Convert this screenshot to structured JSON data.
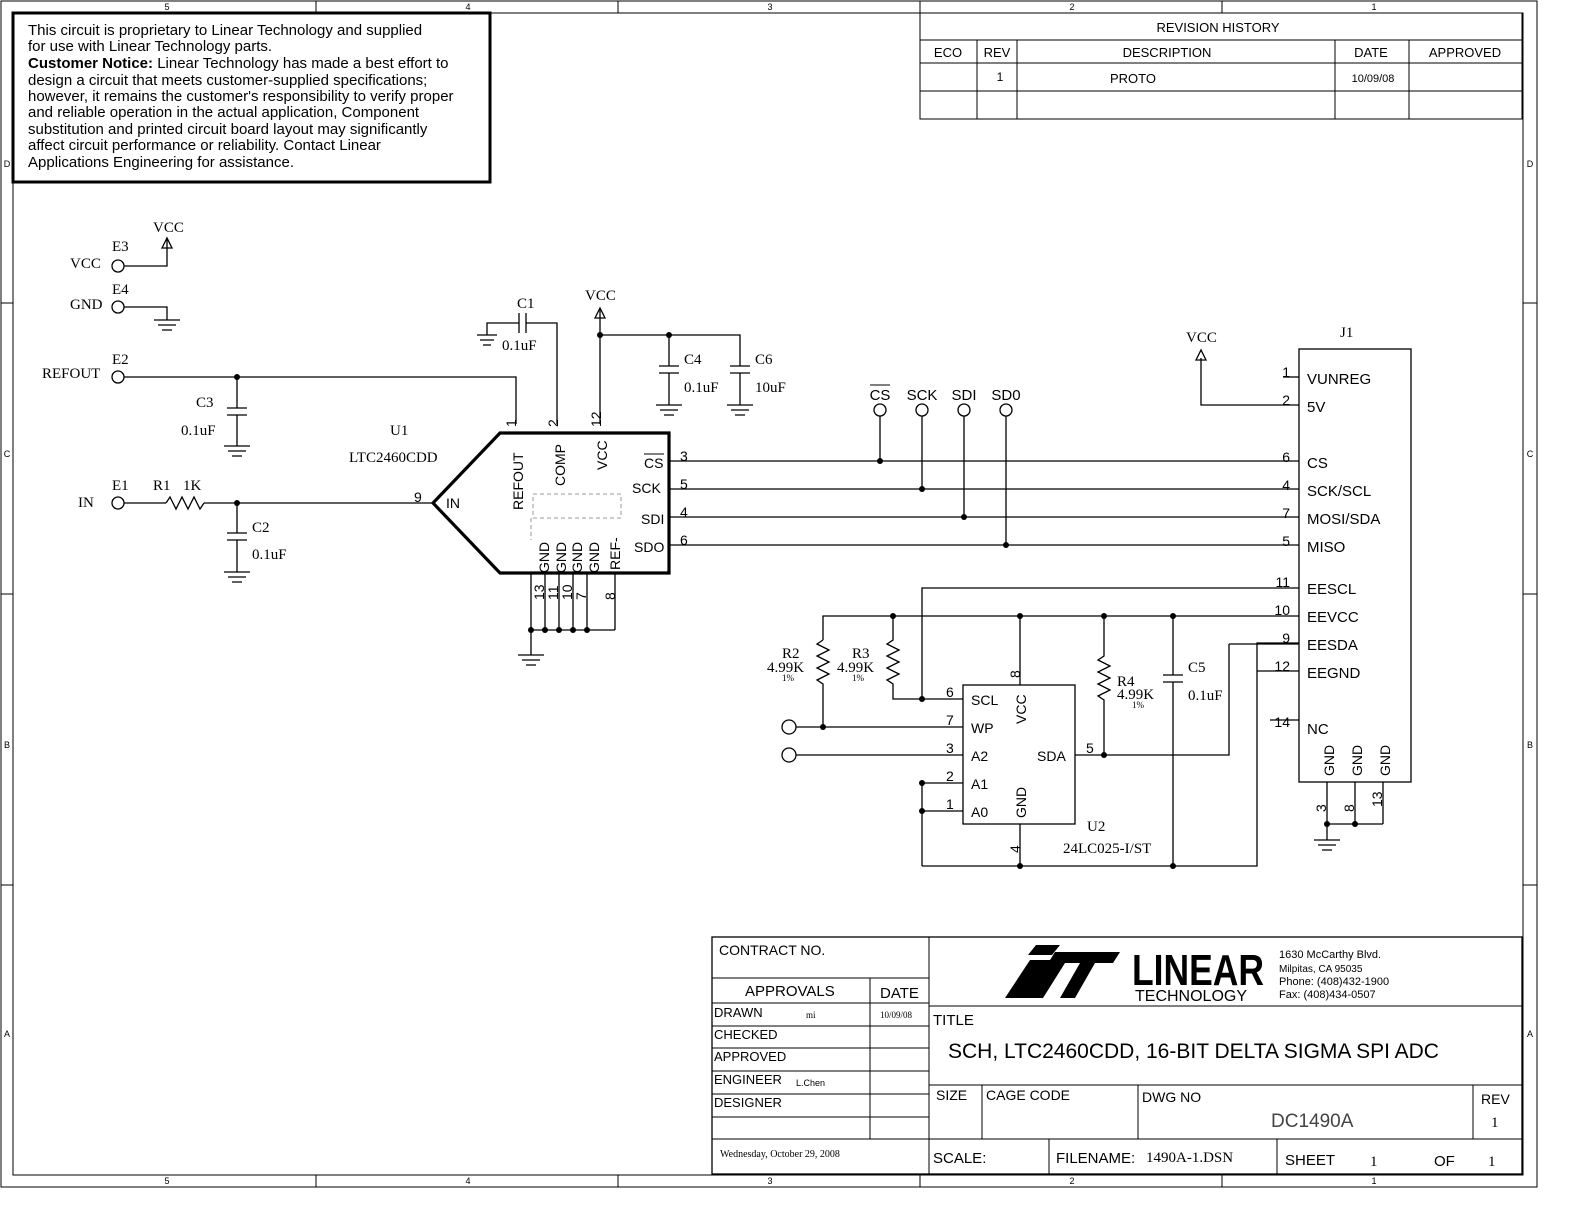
{
  "frame": {
    "col_labels": [
      "5",
      "4",
      "3",
      "2",
      "1"
    ],
    "row_labels": [
      "D",
      "C",
      "B",
      "A"
    ]
  },
  "notice": {
    "line1": "This circuit is proprietary to Linear Technology and supplied",
    "line2": "for use with Linear Technology parts.",
    "bold": "Customer Notice:",
    "line3": " Linear Technology has made a best effort to",
    "line4": "design a circuit that meets customer-supplied specifications;",
    "line5": "however, it remains the customer's responsibility to verify proper",
    "line6": " and reliable operation in the actual application, Component",
    "line7": "substitution and printed circuit board layout may significantly",
    "line8": "affect circuit performance or reliability. Contact Linear",
    "line9": " Applications Engineering for assistance."
  },
  "revision": {
    "title": "REVISION HISTORY",
    "headers": [
      "ECO",
      "REV",
      "DESCRIPTION",
      "DATE",
      "APPROVED"
    ],
    "rows": [
      [
        "",
        "1",
        "PROTO",
        "10/09/08",
        ""
      ]
    ]
  },
  "schematic": {
    "e3": {
      "ref": "E3",
      "net": "VCC",
      "rail": "VCC"
    },
    "e4": {
      "ref": "E4",
      "net": "GND"
    },
    "e2": {
      "ref": "E2",
      "net": "REFOUT"
    },
    "e1": {
      "ref": "E1",
      "net": "IN"
    },
    "r1": {
      "ref": "R1",
      "value": "1K"
    },
    "c1": {
      "ref": "C1",
      "value": "0.1uF"
    },
    "c2": {
      "ref": "C2",
      "value": "0.1uF"
    },
    "c3": {
      "ref": "C3",
      "value": "0.1uF"
    },
    "c4": {
      "ref": "C4",
      "value": "0.1uF"
    },
    "c5": {
      "ref": "C5",
      "value": "0.1uF"
    },
    "c6": {
      "ref": "C6",
      "value": "10uF"
    },
    "vcc": "VCC",
    "u1": {
      "ref": "U1",
      "part": "LTC2460CDD",
      "pins": {
        "refout": "REFOUT",
        "comp": "COMP",
        "vcc": "VCC",
        "cs": "CS",
        "sck": "SCK",
        "sdi": "SDI",
        "sdo": "SDO",
        "in": "IN",
        "gnd": "GND",
        "refm": "REF-"
      },
      "pin_numbers": {
        "refout": "1",
        "comp": "2",
        "vcc": "12",
        "cs": "3",
        "sck": "5",
        "sdi": "4",
        "sdo": "6",
        "in": "9",
        "gnd1": "13",
        "gnd2": "11",
        "gnd3": "10",
        "gnd4": "7",
        "refm": "8"
      }
    },
    "test_points": [
      "CS",
      "SCK",
      "SDI",
      "SD0"
    ],
    "r2": {
      "ref": "R2",
      "value": "4.99K",
      "tol": "1%"
    },
    "r3": {
      "ref": "R3",
      "value": "4.99K",
      "tol": "1%"
    },
    "r4": {
      "ref": "R4",
      "value": "4.99K",
      "tol": "1%"
    },
    "u2": {
      "ref": "U2",
      "part": "24LC025-I/ST",
      "pins": {
        "scl": "SCL",
        "wp": "WP",
        "a2": "A2",
        "a1": "A1",
        "a0": "A0",
        "vcc": "VCC",
        "gnd": "GND",
        "sda": "SDA"
      },
      "pin_numbers": {
        "scl": "6",
        "wp": "7",
        "a2": "3",
        "a1": "2",
        "a0": "1",
        "vcc": "8",
        "gnd": "4",
        "sda": "5"
      }
    },
    "j1": {
      "ref": "J1",
      "pins": [
        {
          "num": "1",
          "name": "VUNREG"
        },
        {
          "num": "2",
          "name": "5V"
        },
        {
          "num": "6",
          "name": "CS"
        },
        {
          "num": "4",
          "name": "SCK/SCL"
        },
        {
          "num": "7",
          "name": "MOSI/SDA"
        },
        {
          "num": "5",
          "name": "MISO"
        },
        {
          "num": "11",
          "name": "EESCL"
        },
        {
          "num": "10",
          "name": "EEVCC"
        },
        {
          "num": "9",
          "name": "EESDA"
        },
        {
          "num": "12",
          "name": "EEGND"
        },
        {
          "num": "14",
          "name": "NC"
        }
      ],
      "gnd_label": "GND",
      "gnd_pins": [
        "3",
        "8",
        "13"
      ]
    }
  },
  "title_block": {
    "contract": "CONTRACT NO.",
    "approvals": "APPROVALS",
    "date": "DATE",
    "drawn": "DRAWN",
    "drawn_by": "mi",
    "drawn_date": "10/09/08",
    "checked": "CHECKED",
    "approved": "APPROVED",
    "engineer": "ENGINEER",
    "engineer_name": "L.Chen",
    "designer": "DESIGNER",
    "print_date": "Wednesday, October 29, 2008",
    "logo_word": "LINEAR",
    "logo_sub": "TECHNOLOGY",
    "address1": "1630 McCarthy Blvd.",
    "address2": "Milpitas, CA 95035",
    "phone": "Phone: (408)432-1900",
    "fax": "Fax: (408)434-0507",
    "title_label": "TITLE",
    "title": "SCH, LTC2460CDD, 16-BIT DELTA SIGMA SPI ADC",
    "size": "SIZE",
    "cage": "CAGE CODE",
    "dwg_label": "DWG NO",
    "dwg": "DC1490A",
    "rev_label": "REV",
    "rev": "1",
    "scale": "SCALE:",
    "filename_label": "FILENAME:",
    "filename": "1490A-1.DSN",
    "sheet_label": "SHEET",
    "sheet": "1",
    "of_label": "OF",
    "of": "1"
  }
}
